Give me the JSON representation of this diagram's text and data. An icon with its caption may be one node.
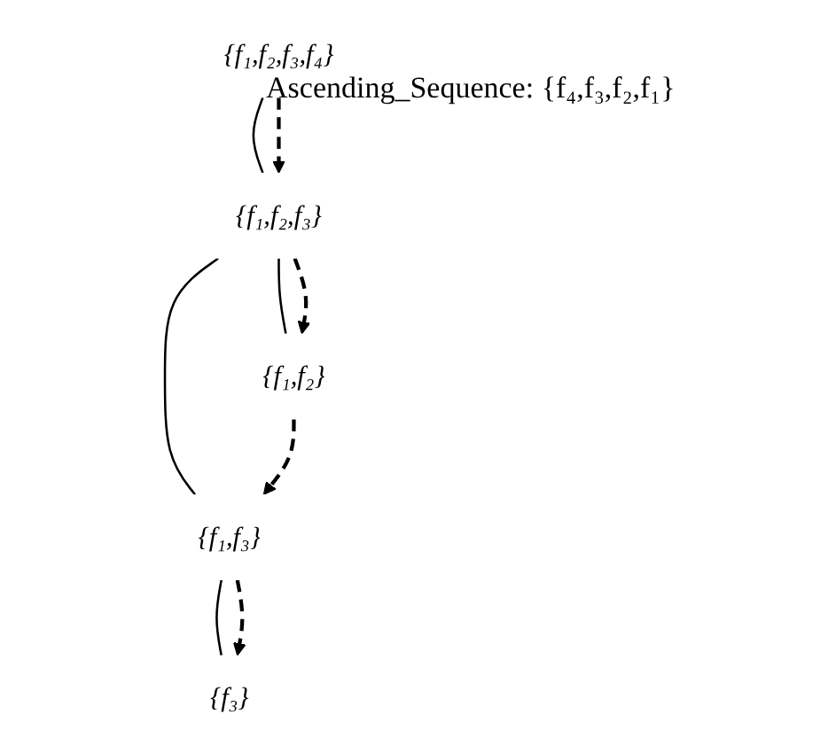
{
  "diagram": {
    "nodes": [
      {
        "text": [
          "{f₁,f₂,f₃,f₄}"
        ]
      },
      {
        "text": [
          "{f₁,f₂,f₃}"
        ]
      },
      {
        "text": [
          "{f₁,f₂}"
        ]
      },
      {
        "text": [
          "{f₁,f₃}"
        ]
      },
      {
        "text": [
          "{f₃}"
        ]
      }
    ],
    "edges": [
      {
        "from": 0,
        "to": 1,
        "arrow": "none"
      },
      {
        "from": 0,
        "to": 1,
        "arrow": "to",
        "style": "dashed"
      },
      {
        "from": 1,
        "to": 2,
        "arrow": "none"
      },
      {
        "from": 1,
        "to": 2,
        "arrow": "to",
        "style": "dashed"
      },
      {
        "from": 1,
        "to": 3,
        "arrow": "none"
      },
      {
        "from": 2,
        "to": 3,
        "arrow": "to",
        "style": "dashed"
      },
      {
        "from": 3,
        "to": 4,
        "arrow": "none"
      },
      {
        "from": 3,
        "to": 4,
        "arrow": "to",
        "style": "dashed"
      }
    ],
    "labels": [
      "Ascending_Sequence: {f₄,f₃,f₂,f₁}"
    ]
  }
}
